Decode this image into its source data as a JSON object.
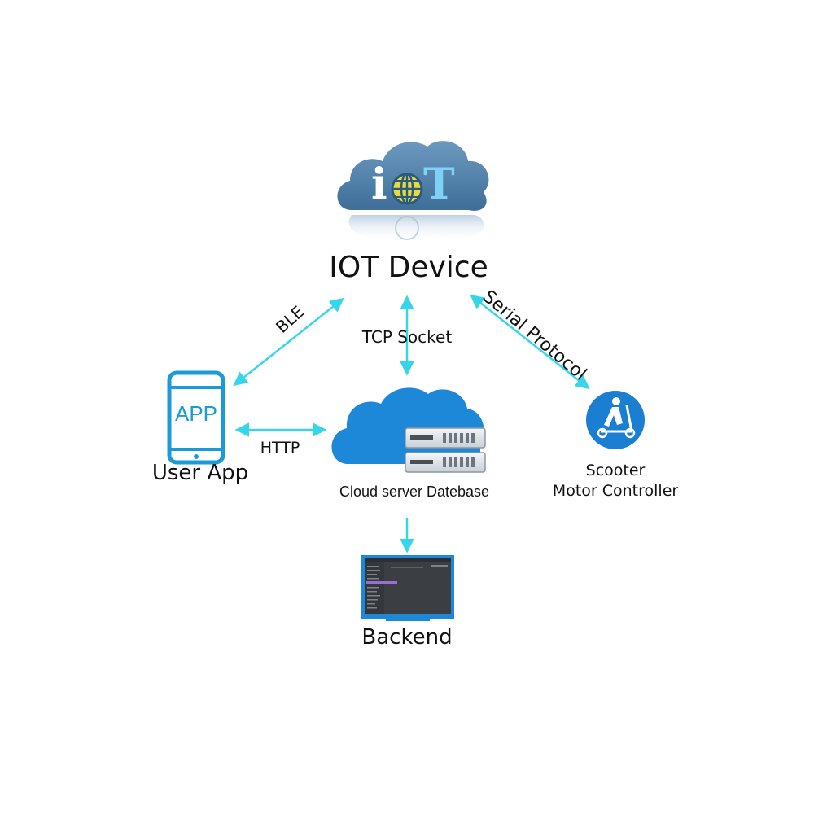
{
  "nodes": {
    "iot_device": {
      "title": "IOT Device",
      "logo_letters": [
        "i",
        "T"
      ]
    },
    "user_app": {
      "label": "User App",
      "screen_text": "APP"
    },
    "cloud_server": {
      "label": "Cloud server Datebase"
    },
    "scooter": {
      "label_line1": "Scooter",
      "label_line2": "Motor Controller"
    },
    "backend": {
      "label": "Backend"
    }
  },
  "connections": {
    "ble": "BLE",
    "tcp": "TCP Socket",
    "http": "HTTP",
    "serial": "Serial Protocol"
  },
  "colors": {
    "arrow": "#36d6ea",
    "cloud_dark": "#4f7fa6",
    "cloud_blue": "#1e88d8",
    "app_blue": "#1a9ad6",
    "scooter_blue": "#1a7fd0",
    "globe_yellow": "#e9dc3a",
    "monitor_frame": "#1e88d8"
  }
}
